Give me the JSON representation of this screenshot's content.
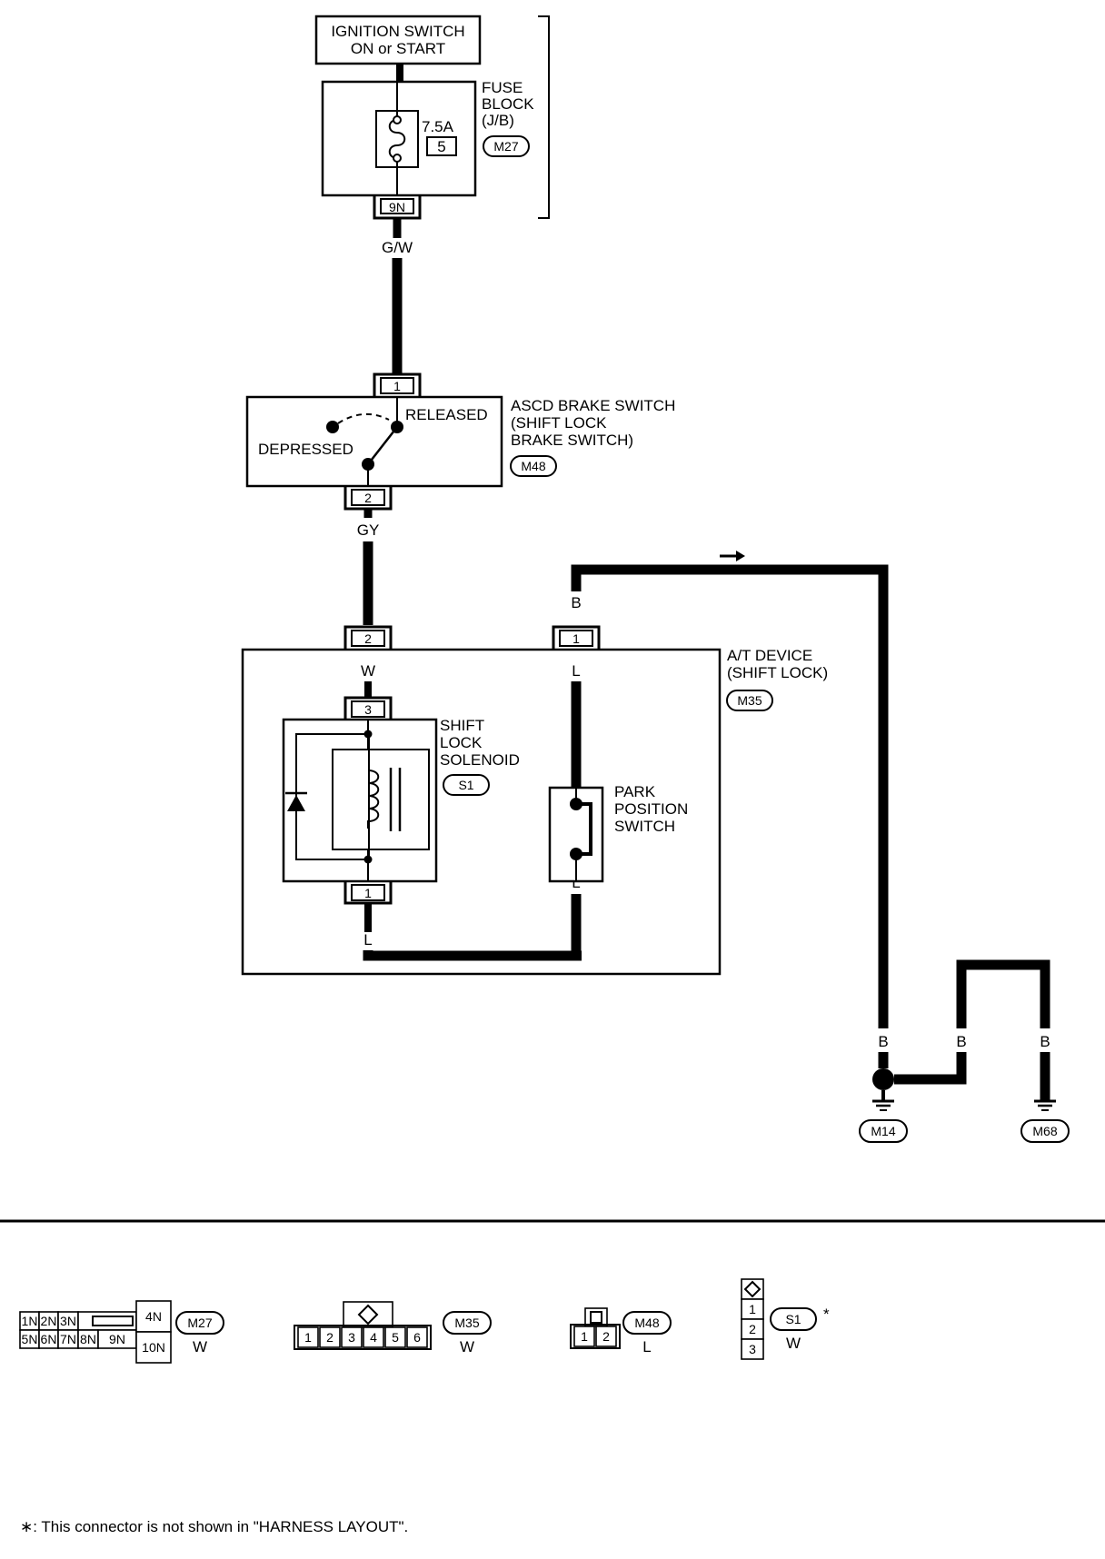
{
  "ignition": {
    "line1": "IGNITION SWITCH",
    "line2": "ON or START"
  },
  "fuse_block": {
    "label_lines": [
      "FUSE",
      "BLOCK",
      "(J/B)"
    ],
    "connector": "M27",
    "rating": "7.5A",
    "number": "5",
    "terminal": "9N"
  },
  "wires": {
    "fuse_to_brake": "G/W",
    "brake_to_device": "GY",
    "device_inner_w": "W",
    "ground_top": "B",
    "device_inner_l_top": "L",
    "device_inner_l_mid": "L",
    "device_inner_l_bottom": "L",
    "ground_m14": "B",
    "ground_jump": "B",
    "ground_m68": "B"
  },
  "brake_switch": {
    "label_lines": [
      "ASCD BRAKE SWITCH",
      "(SHIFT LOCK",
      "BRAKE SWITCH)"
    ],
    "connector": "M48",
    "terminal_top": "1",
    "terminal_bottom": "2",
    "state_released": "RELEASED",
    "state_depressed": "DEPRESSED"
  },
  "at_device": {
    "label_lines": [
      "A/T DEVICE",
      "(SHIFT LOCK)"
    ],
    "connector": "M35",
    "terminal_left": "2",
    "terminal_right": "1"
  },
  "solenoid": {
    "label_lines": [
      "SHIFT",
      "LOCK",
      "SOLENOID"
    ],
    "connector": "S1",
    "terminal_top": "3",
    "terminal_bottom": "1"
  },
  "park_switch": {
    "label_lines": [
      "PARK",
      "POSITION",
      "SWITCH"
    ]
  },
  "grounds": {
    "left": "M14",
    "right": "M68"
  },
  "connectors": {
    "m27": {
      "name": "M27",
      "color": "W",
      "row1": [
        "1N",
        "2N",
        "3N"
      ],
      "row2": [
        "5N",
        "6N",
        "7N",
        "8N",
        "9N"
      ],
      "side_top": "4N",
      "side_bottom": "10N"
    },
    "m35": {
      "name": "M35",
      "color": "W",
      "pins": [
        "1",
        "2",
        "3",
        "4",
        "5",
        "6"
      ]
    },
    "m48": {
      "name": "M48",
      "color": "L",
      "pins": [
        "1",
        "2"
      ]
    },
    "s1": {
      "name": "S1",
      "color": "W",
      "pins": [
        "1",
        "2",
        "3"
      ],
      "mark": "*"
    }
  },
  "footnote": "∗: This connector is not shown in \"HARNESS LAYOUT\"."
}
